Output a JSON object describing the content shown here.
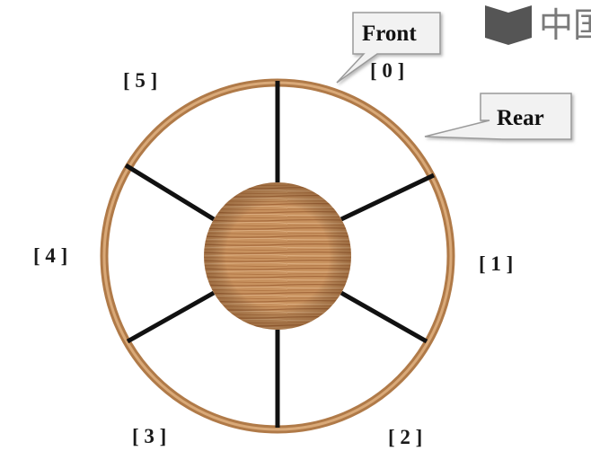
{
  "diagram": {
    "slots": [
      {
        "label": "[ 0 ]"
      },
      {
        "label": "[ 1 ]"
      },
      {
        "label": "[ 2 ]"
      },
      {
        "label": "[ 3 ]"
      },
      {
        "label": "[ 4 ]"
      },
      {
        "label": "[ 5 ]"
      }
    ],
    "front_label": "Front",
    "rear_label": "Rear"
  },
  "watermark": {
    "text": "中国"
  },
  "colors": {
    "ring": "#c08a58",
    "wood_light": "#d2a070",
    "wood_dark": "#9a5f35",
    "spoke": "#111111",
    "callout_fill": "#f2f2f2",
    "callout_border": "#9a9a9a",
    "watermark_icon": "#555555"
  }
}
